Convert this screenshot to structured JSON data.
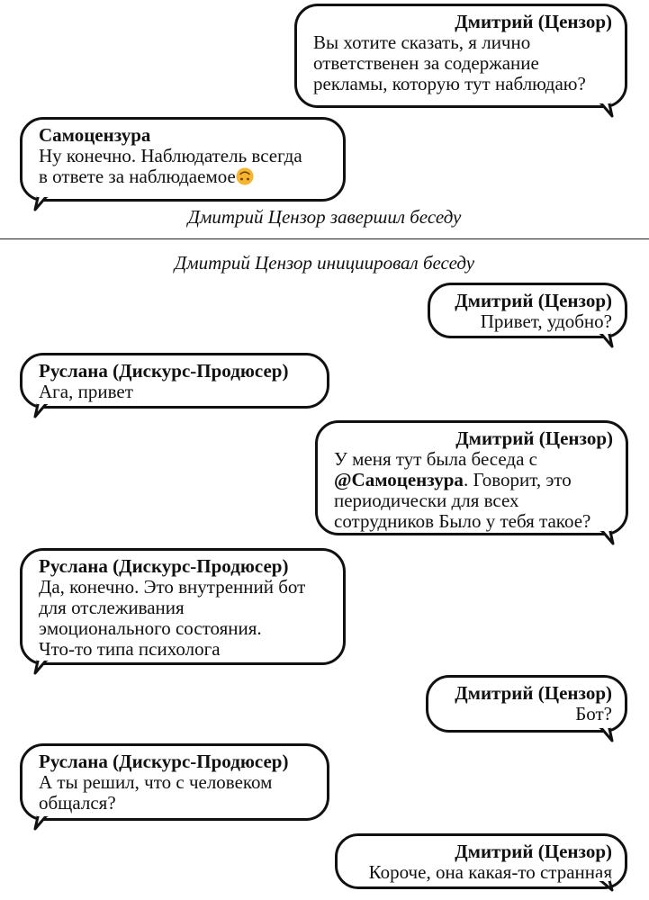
{
  "messages": [
    {
      "sender": "Дмитрий (Цензор)",
      "text": "Вы хотите сказать, я лично\nответственен за содержание\nрекламы, которую тут наблюдаю?",
      "side": "right"
    },
    {
      "sender": "Самоцензура",
      "text_before_emoji": "Ну конечно. Наблюдатель всегда\nв ответе за наблюдаемое",
      "emoji": "upside-down-face",
      "side": "left"
    },
    {
      "sender": "Дмитрий (Цензор)",
      "text": "Привет, удобно?",
      "side": "right"
    },
    {
      "sender": "Руслана (Дискурс-Продюсер)",
      "text": "Ага, привет",
      "side": "left"
    },
    {
      "sender": "Дмитрий (Цензор)",
      "text_line1": "У меня тут была беседа с",
      "mention": "@Самоцензура",
      "text_after_mention": ". Говорит, это\nпериодически для всех\nсотрудников Было у тебя такое?",
      "side": "right"
    },
    {
      "sender": "Руслана (Дискурс-Продюсер)",
      "text": "Да, конечно. Это внутренний бот\nдля отслеживания\nэмоционального состояния.\nЧто-то типа психолога",
      "side": "left"
    },
    {
      "sender": "Дмитрий (Цензор)",
      "text": "Бот?",
      "side": "right"
    },
    {
      "sender": "Руслана (Дискурс-Продюсер)",
      "text": "А ты решил, что с человеком\nобщался?",
      "side": "left"
    },
    {
      "sender": "Дмитрий (Цензор)",
      "text": "Короче, она какая-то странная",
      "side": "right"
    }
  ],
  "system": {
    "ended": "Дмитрий Цензор завершил беседу",
    "started": "Дмитрий Цензор инициировал беседу"
  },
  "colors": {
    "ink": "#111111",
    "background": "#ffffff",
    "emoji": "#f5b52e"
  }
}
